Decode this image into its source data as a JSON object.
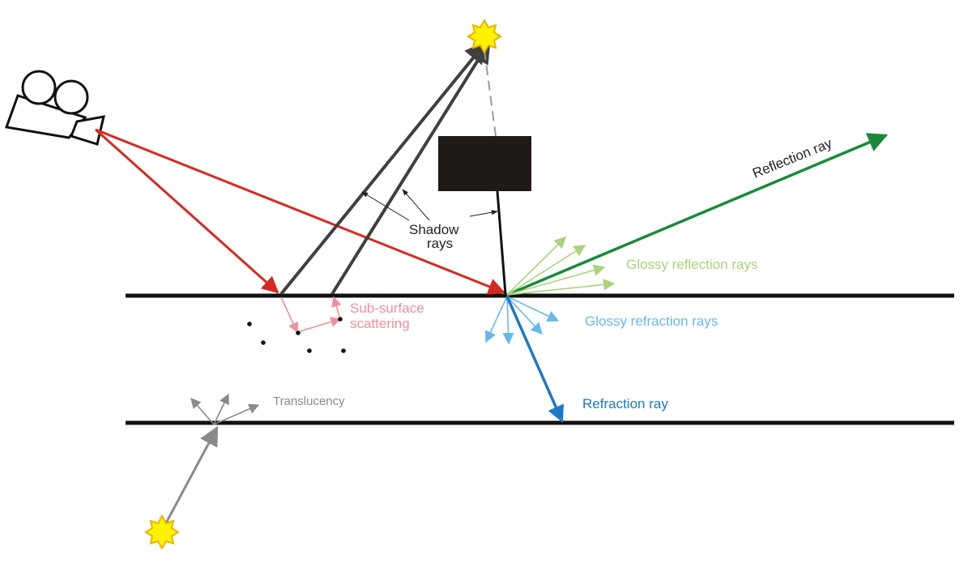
{
  "labels": {
    "reflection_ray": "Reflection ray",
    "shadow_rays": "Shadow",
    "shadow_rays_line2": "rays",
    "glossy_reflection": "Glossy reflection rays",
    "subsurface_line1": "Sub-surface",
    "subsurface_line2": "scattering",
    "glossy_refraction": "Glossy refraction rays",
    "translucency": "Translucency",
    "refraction_ray": "Refraction ray"
  },
  "colors": {
    "primary_ray": "#d42a22",
    "shadow_ray": "#3f3f3f",
    "reflection": "#1a8a3a",
    "glossy_reflection": "#a9d27a",
    "subsurface": "#f0909a",
    "glossy_refraction": "#69b8ea",
    "refraction": "#1f78c4",
    "translucency": "#8a8a8a",
    "light_fill": "#fff200"
  },
  "icons": {
    "camera": "camera-icon",
    "light": "light-source-icon",
    "occluder": "occluder-box"
  }
}
